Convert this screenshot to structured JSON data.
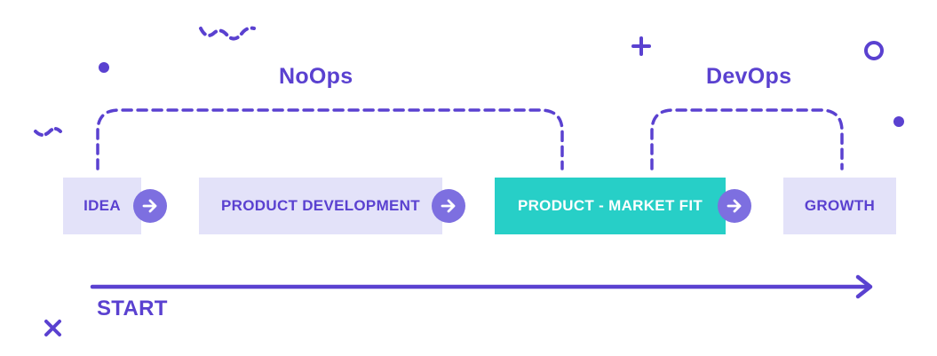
{
  "colors": {
    "primary": "#5a41d0",
    "accent_circle": "#7d6fe0",
    "box_light": "#e3e2f9",
    "box_highlight": "#27cfc7"
  },
  "groups": [
    {
      "label": "NoOps",
      "spans": [
        "IDEA",
        "PRODUCT DEVELOPMENT",
        "PRODUCT - MARKET FIT"
      ]
    },
    {
      "label": "DevOps",
      "spans": [
        "PRODUCT - MARKET FIT",
        "GROWTH"
      ]
    }
  ],
  "stages": [
    {
      "label": "IDEA",
      "highlighted": false,
      "has_arrow": true
    },
    {
      "label": "PRODUCT DEVELOPMENT",
      "highlighted": false,
      "has_arrow": true
    },
    {
      "label": "PRODUCT - MARKET FIT",
      "highlighted": true,
      "has_arrow": true
    },
    {
      "label": "GROWTH",
      "highlighted": false,
      "has_arrow": false
    }
  ],
  "timeline": {
    "label": "START"
  },
  "icons": [
    "arrow-right-icon",
    "plus-icon",
    "ring-icon",
    "dot-icon",
    "squiggle-icon",
    "cross-icon"
  ]
}
